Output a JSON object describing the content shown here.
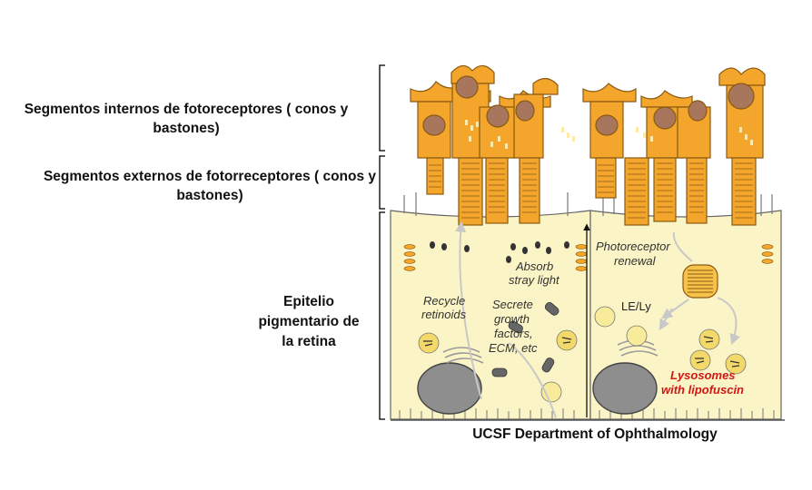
{
  "labels": {
    "inner_segments": "Segmentos internos de fotoreceptores ( conos y bastones)",
    "outer_segments": "Segmentos externos de fotorreceptores ( conos y bastones)",
    "rpe": "Epitelio pigmentario de la retina"
  },
  "annotations": {
    "absorb": [
      "Absorb",
      "stray light"
    ],
    "recycle": [
      "Recycle",
      "retinoids"
    ],
    "secrete": [
      "Secrete",
      "growth",
      "factors,",
      "ECM, etc"
    ],
    "renewal": [
      "Photoreceptor",
      "renewal"
    ],
    "le_ly": "LE/Ly",
    "lysosomes": [
      "Lysosomes",
      "with lipofuscin"
    ]
  },
  "credit": "UCSF Department of Ophthalmology",
  "colors": {
    "photoreceptor": "#f4a52c",
    "photoreceptor_outline": "#8a5a12",
    "nucleus": "#a8765c",
    "rpe_cell": "#fbf4c6",
    "lysosome_text": "#d01616",
    "arrow": "#c8c8c8"
  }
}
